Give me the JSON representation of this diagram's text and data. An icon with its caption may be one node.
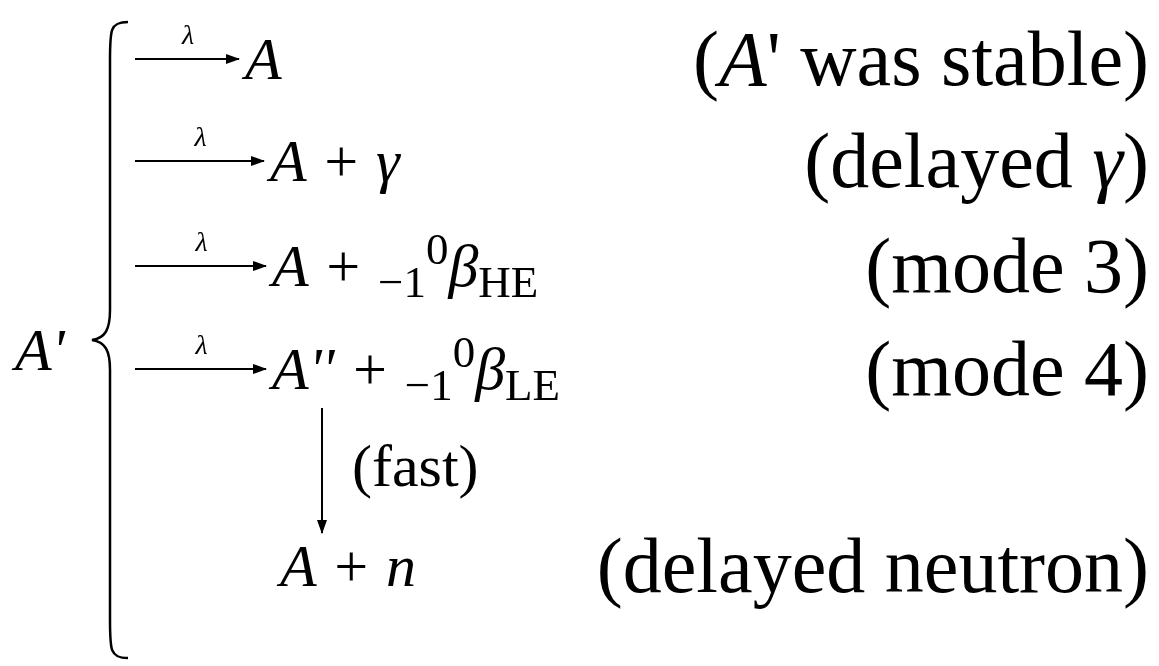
{
  "diagram": {
    "nodes": [
      {
        "text": [
          "A'"
        ]
      },
      {
        "text": [
          "A"
        ]
      },
      {
        "text": [
          "A + γ"
        ]
      },
      {
        "text": [
          "A + $_{−1}$$^{0}$β$_{HE}$"
        ]
      },
      {
        "text": [
          "A'' + $_{−1}$$^{0}$β$_{LE}$"
        ]
      },
      {
        "text": [
          "A + n"
        ]
      }
    ],
    "edges": [
      {
        "from": 0,
        "to": 1,
        "arrow": "to",
        "label": "λ"
      },
      {
        "from": 0,
        "to": 2,
        "arrow": "to",
        "label": "λ"
      },
      {
        "from": 0,
        "to": 3,
        "arrow": "to",
        "label": "λ"
      },
      {
        "from": 0,
        "to": 4,
        "arrow": "to",
        "label": "λ"
      },
      {
        "from": 4,
        "to": 5,
        "arrow": "to",
        "label": "(fast)"
      }
    ],
    "labels": [
      "(*A*' was stable)",
      "(delayed *γ*)",
      "(mode 3)",
      "(mode 4)",
      "(delayed neutron)"
    ]
  }
}
